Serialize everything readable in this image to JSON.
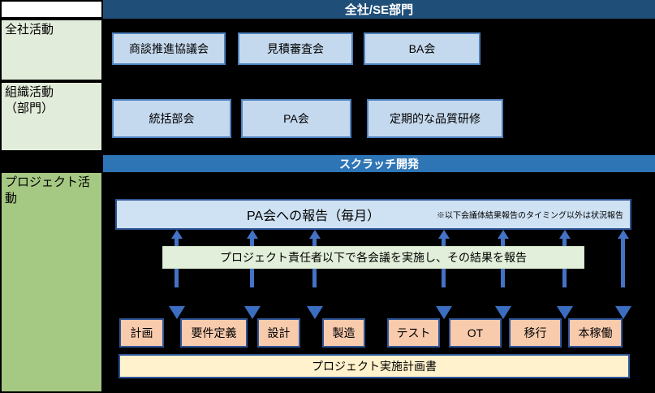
{
  "headers": {
    "company_se": "全社/SE部門",
    "scratch_dev": "スクラッチ開発"
  },
  "sidebar": {
    "company_activity": "全社活動",
    "org_activity_line1": "組織活動",
    "org_activity_line2": "（部門）",
    "project_activity": "プロジェクト活動"
  },
  "company_row": {
    "boxes": [
      "商談推進協議会",
      "見積審査会",
      "BA会"
    ]
  },
  "org_row": {
    "boxes": [
      "統括部会",
      "PA会",
      "定期的な品質研修"
    ]
  },
  "project": {
    "pa_report_title": "PA会への報告（毎月）",
    "pa_report_note": "※以下会議体結果報告のタイミング以外は状況報告",
    "meeting_bar": "プロジェクト責任者以下で各会議を実施し、その結果を報告",
    "phases": [
      "計画",
      "要件定義",
      "設計",
      "製造",
      "テスト",
      "OT",
      "移行",
      "本稼働"
    ],
    "plan_doc": "プロジェクト実施計画書"
  },
  "colors": {
    "header_dark_blue": "#1f4e79",
    "header_medium_blue": "#2e75b6",
    "sidebar_pale_green": "#e2ecda",
    "sidebar_green": "#a5c882",
    "meeting_box_blue": "#c5d9ee",
    "pa_box_blue": "#cfe2f3",
    "report_bar_green": "#e2efda",
    "phase_box_peach": "#f8cbad",
    "plan_bar_yellow": "#fff2cc",
    "arrow_blue": "#4472c4",
    "box_border_navy": "#2f5597",
    "background": "#000000"
  }
}
